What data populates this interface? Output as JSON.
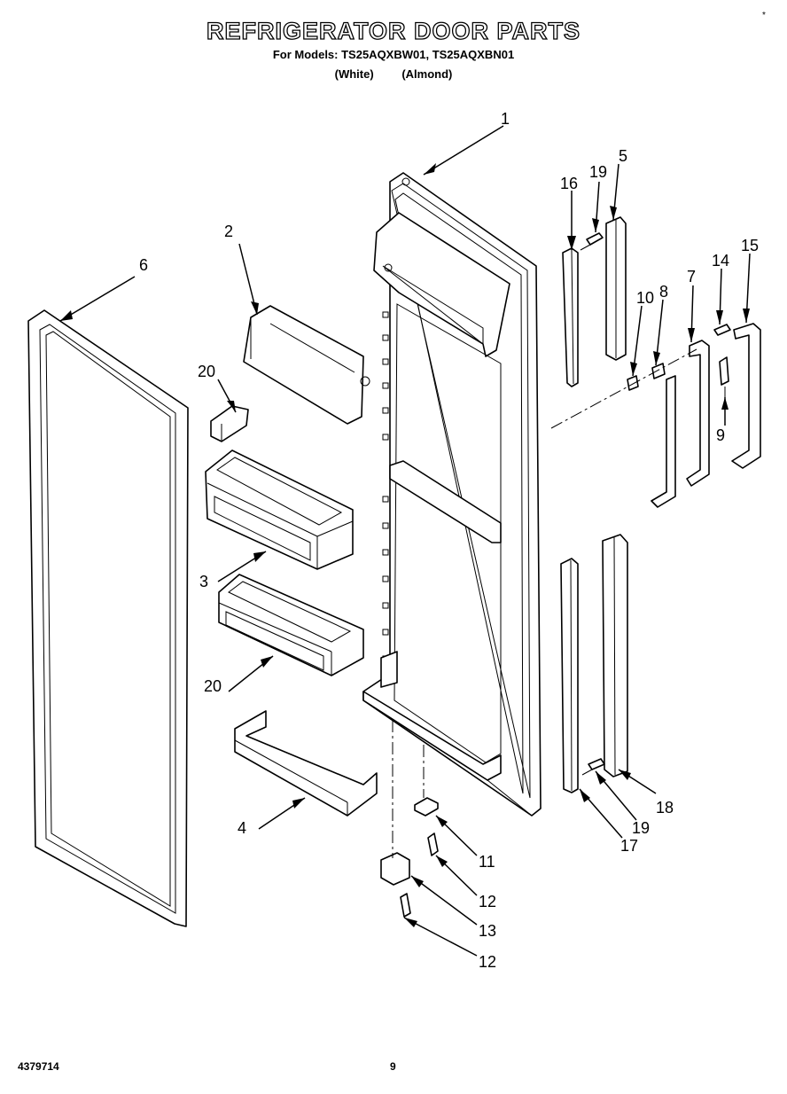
{
  "header": {
    "title": "REFRIGERATOR DOOR PARTS",
    "models": "For Models: TS25AQXBW01, TS25AQXBN01",
    "color_white": "(White)",
    "color_almond": "(Almond)",
    "corner_mark": "*"
  },
  "callouts": [
    "1",
    "2",
    "3",
    "4",
    "5",
    "6",
    "7",
    "8",
    "9",
    "10",
    "11",
    "12",
    "13",
    "12",
    "14",
    "15",
    "16",
    "17",
    "18",
    "19",
    "19",
    "20",
    "20"
  ],
  "footer": {
    "doc_number": "4379714",
    "page_number": "9"
  }
}
